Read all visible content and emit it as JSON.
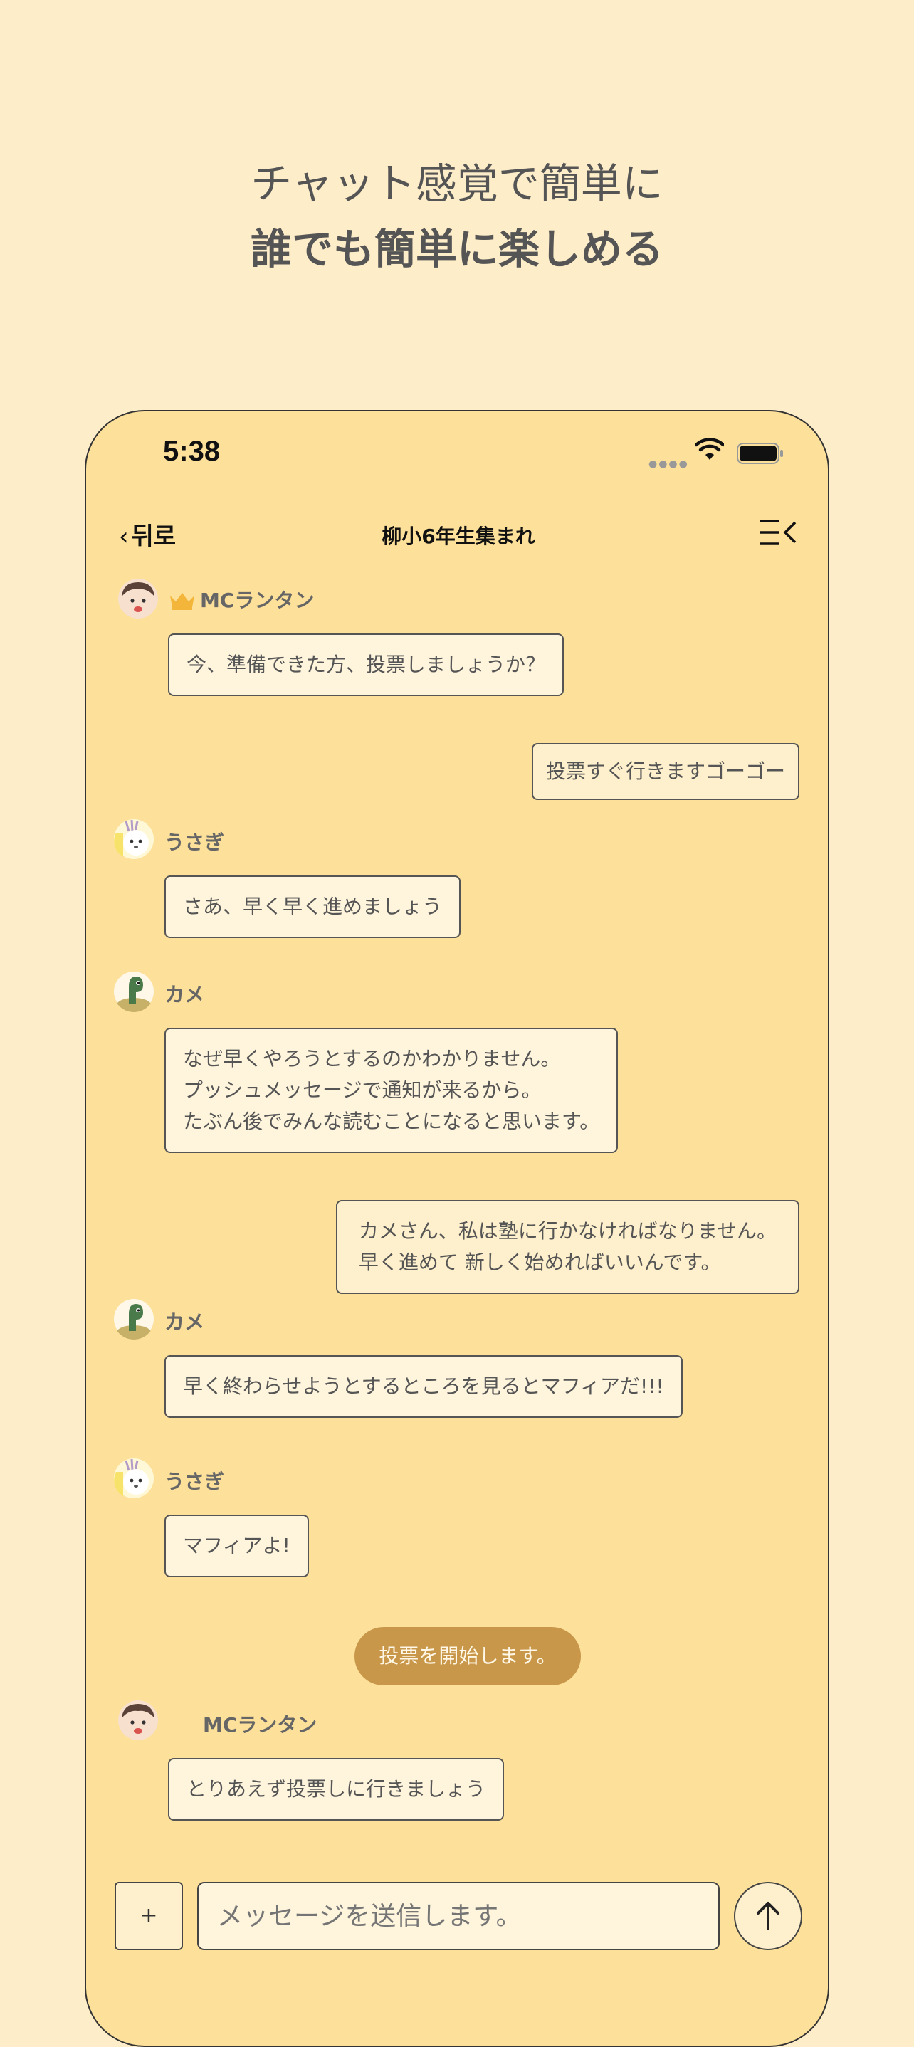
{
  "headline": {
    "line1": "チャット感覚で簡単に",
    "line2": "誰でも簡単に楽しめる"
  },
  "status_bar": {
    "time": "5:38"
  },
  "nav": {
    "back_label": "뒤로",
    "title": "柳小6年生集まれ"
  },
  "messages": [
    {
      "sender": "MCランタン",
      "text": "今、準備できた方、投票しましょうか？"
    },
    {
      "sender": "me",
      "text": "投票すぐ行きますゴーゴー"
    },
    {
      "sender": "うさぎ",
      "text": "さあ、早く早く進めましょう"
    },
    {
      "sender": "カメ",
      "lines": [
        "なぜ早くやろうとするのかわかりません。",
        "プッシュメッセージで通知が来るから。",
        "たぶん後でみんな読むことになると思います。"
      ]
    },
    {
      "sender": "me",
      "lines": [
        "カメさん、私は塾に行かなければなりません。",
        "早く進めて 新しく始めればいいんです。"
      ]
    },
    {
      "sender": "カメ",
      "text": "早く終わらせようとするところを見るとマフィアだ!!!"
    },
    {
      "sender": "うさぎ",
      "text": "マフィアよ!"
    },
    {
      "system": "投票を開始します。"
    },
    {
      "sender": "MCランタン",
      "text": "とりあえず投票しに行きましょう"
    }
  ],
  "composer": {
    "plus_label": "+",
    "placeholder": "メッセージを送信します。"
  },
  "colors": {
    "page_bg": "#feedc9",
    "phone_bg": "#fde09a",
    "system_pill": "#c9974a",
    "crown": "#f4b63a"
  }
}
